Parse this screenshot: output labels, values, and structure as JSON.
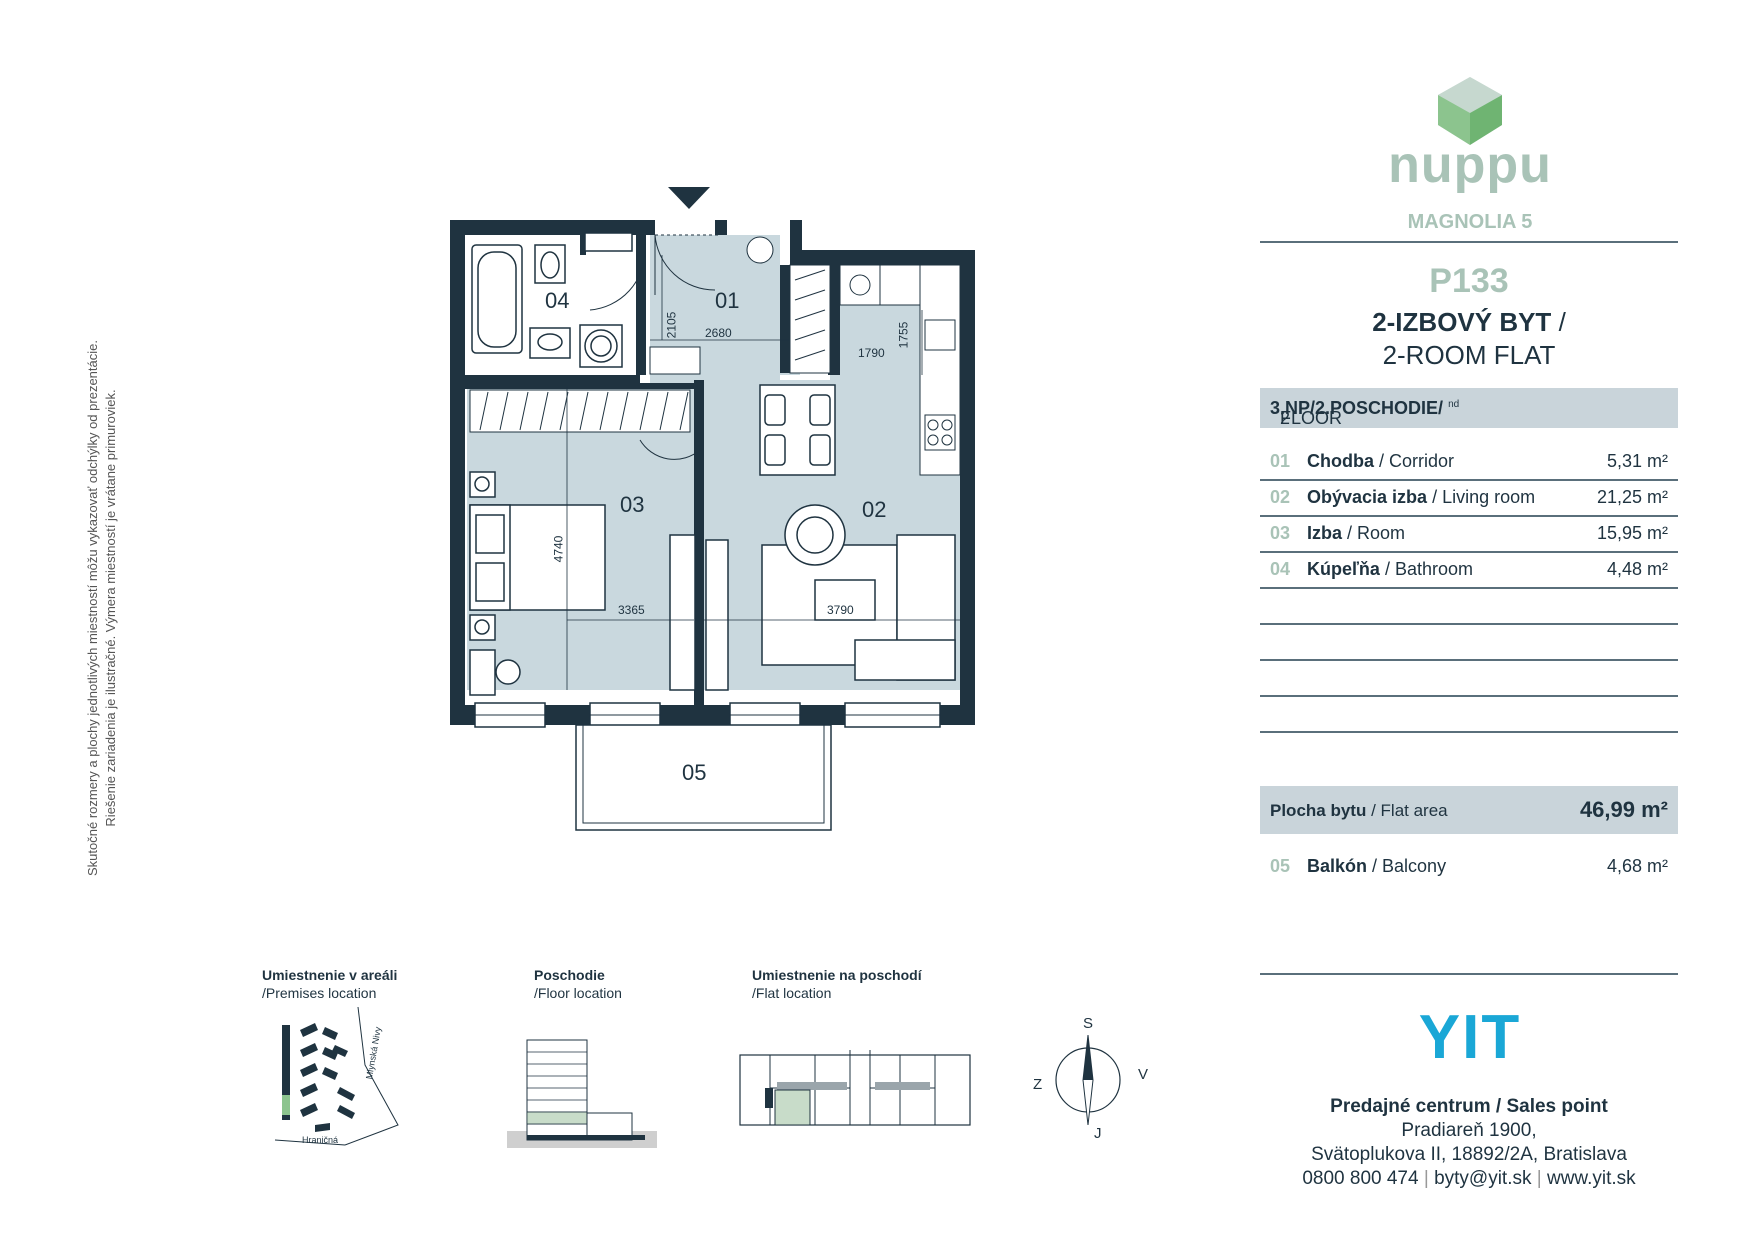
{
  "disclaimer": "Skutočné rozmery a plochy jednotlivých miestností môžu vykazovať odchýlky od prezentácie. Riešenie zariadenia je ilustračné. Výmera miestností je vrátane primuroviek.",
  "brand": {
    "logo": "nuppu",
    "project": "MAGNOLIA 5",
    "accent_color": "#a9c3b7",
    "dark_color": "#1f3340"
  },
  "unit": {
    "code": "P133",
    "type_sk": "2-IZBOVÝ BYT",
    "type_sep": "/",
    "type_en": "2-ROOM FLAT"
  },
  "floor": {
    "label_sk": "3.NP/2.POSCHODIE/",
    "num": "2",
    "sup": "nd",
    "label_en": "FLOOR"
  },
  "rooms": [
    {
      "num": "01",
      "name_sk": "Chodba",
      "name_en": "Corridor",
      "area": "5,31 m²"
    },
    {
      "num": "02",
      "name_sk": "Obývacia izba",
      "name_en": "Living room",
      "area": "21,25 m²"
    },
    {
      "num": "03",
      "name_sk": "Izba",
      "name_en": "Room",
      "area": "15,95 m²"
    },
    {
      "num": "04",
      "name_sk": "Kúpeľňa",
      "name_en": "Bathroom",
      "area": "4,48 m²"
    }
  ],
  "flat_area": {
    "label_sk": "Plocha bytu",
    "label_en": "Flat area",
    "value": "46,99 m²"
  },
  "balcony": {
    "num": "05",
    "name_sk": "Balkón",
    "name_en": "Balcony",
    "area": "4,68 m²"
  },
  "plan": {
    "labels": {
      "r01": "01",
      "r02": "02",
      "r03": "03",
      "r04": "04",
      "r05": "05"
    },
    "dims": {
      "d2105": "2105",
      "d2680": "2680",
      "d1790": "1790",
      "d1755": "1755",
      "d4740": "4740",
      "d3365": "3365",
      "d3790": "3790"
    }
  },
  "thumbs": {
    "premises": {
      "title": "Umiestnenie v areáli",
      "sub": "/Premises location",
      "street1": "Mlynská Nivy",
      "street2": "Hraničná"
    },
    "floor": {
      "title": "Poschodie",
      "sub": "/Floor location"
    },
    "flat": {
      "title": "Umiestnenie na poschodí",
      "sub": "/Flat location"
    }
  },
  "compass": {
    "n": "S",
    "e": "V",
    "s": "J",
    "w": "Z"
  },
  "sales": {
    "logo": "YIT",
    "logo_color": "#1aa7d6",
    "title": "Predajné centrum / Sales point",
    "line1": "Pradiareň 1900,",
    "line2": "Svätoplukova II, 18892/2A, Bratislava",
    "phone": "0800 800 474",
    "email": "byty@yit.sk",
    "web": "www.yit.sk"
  }
}
